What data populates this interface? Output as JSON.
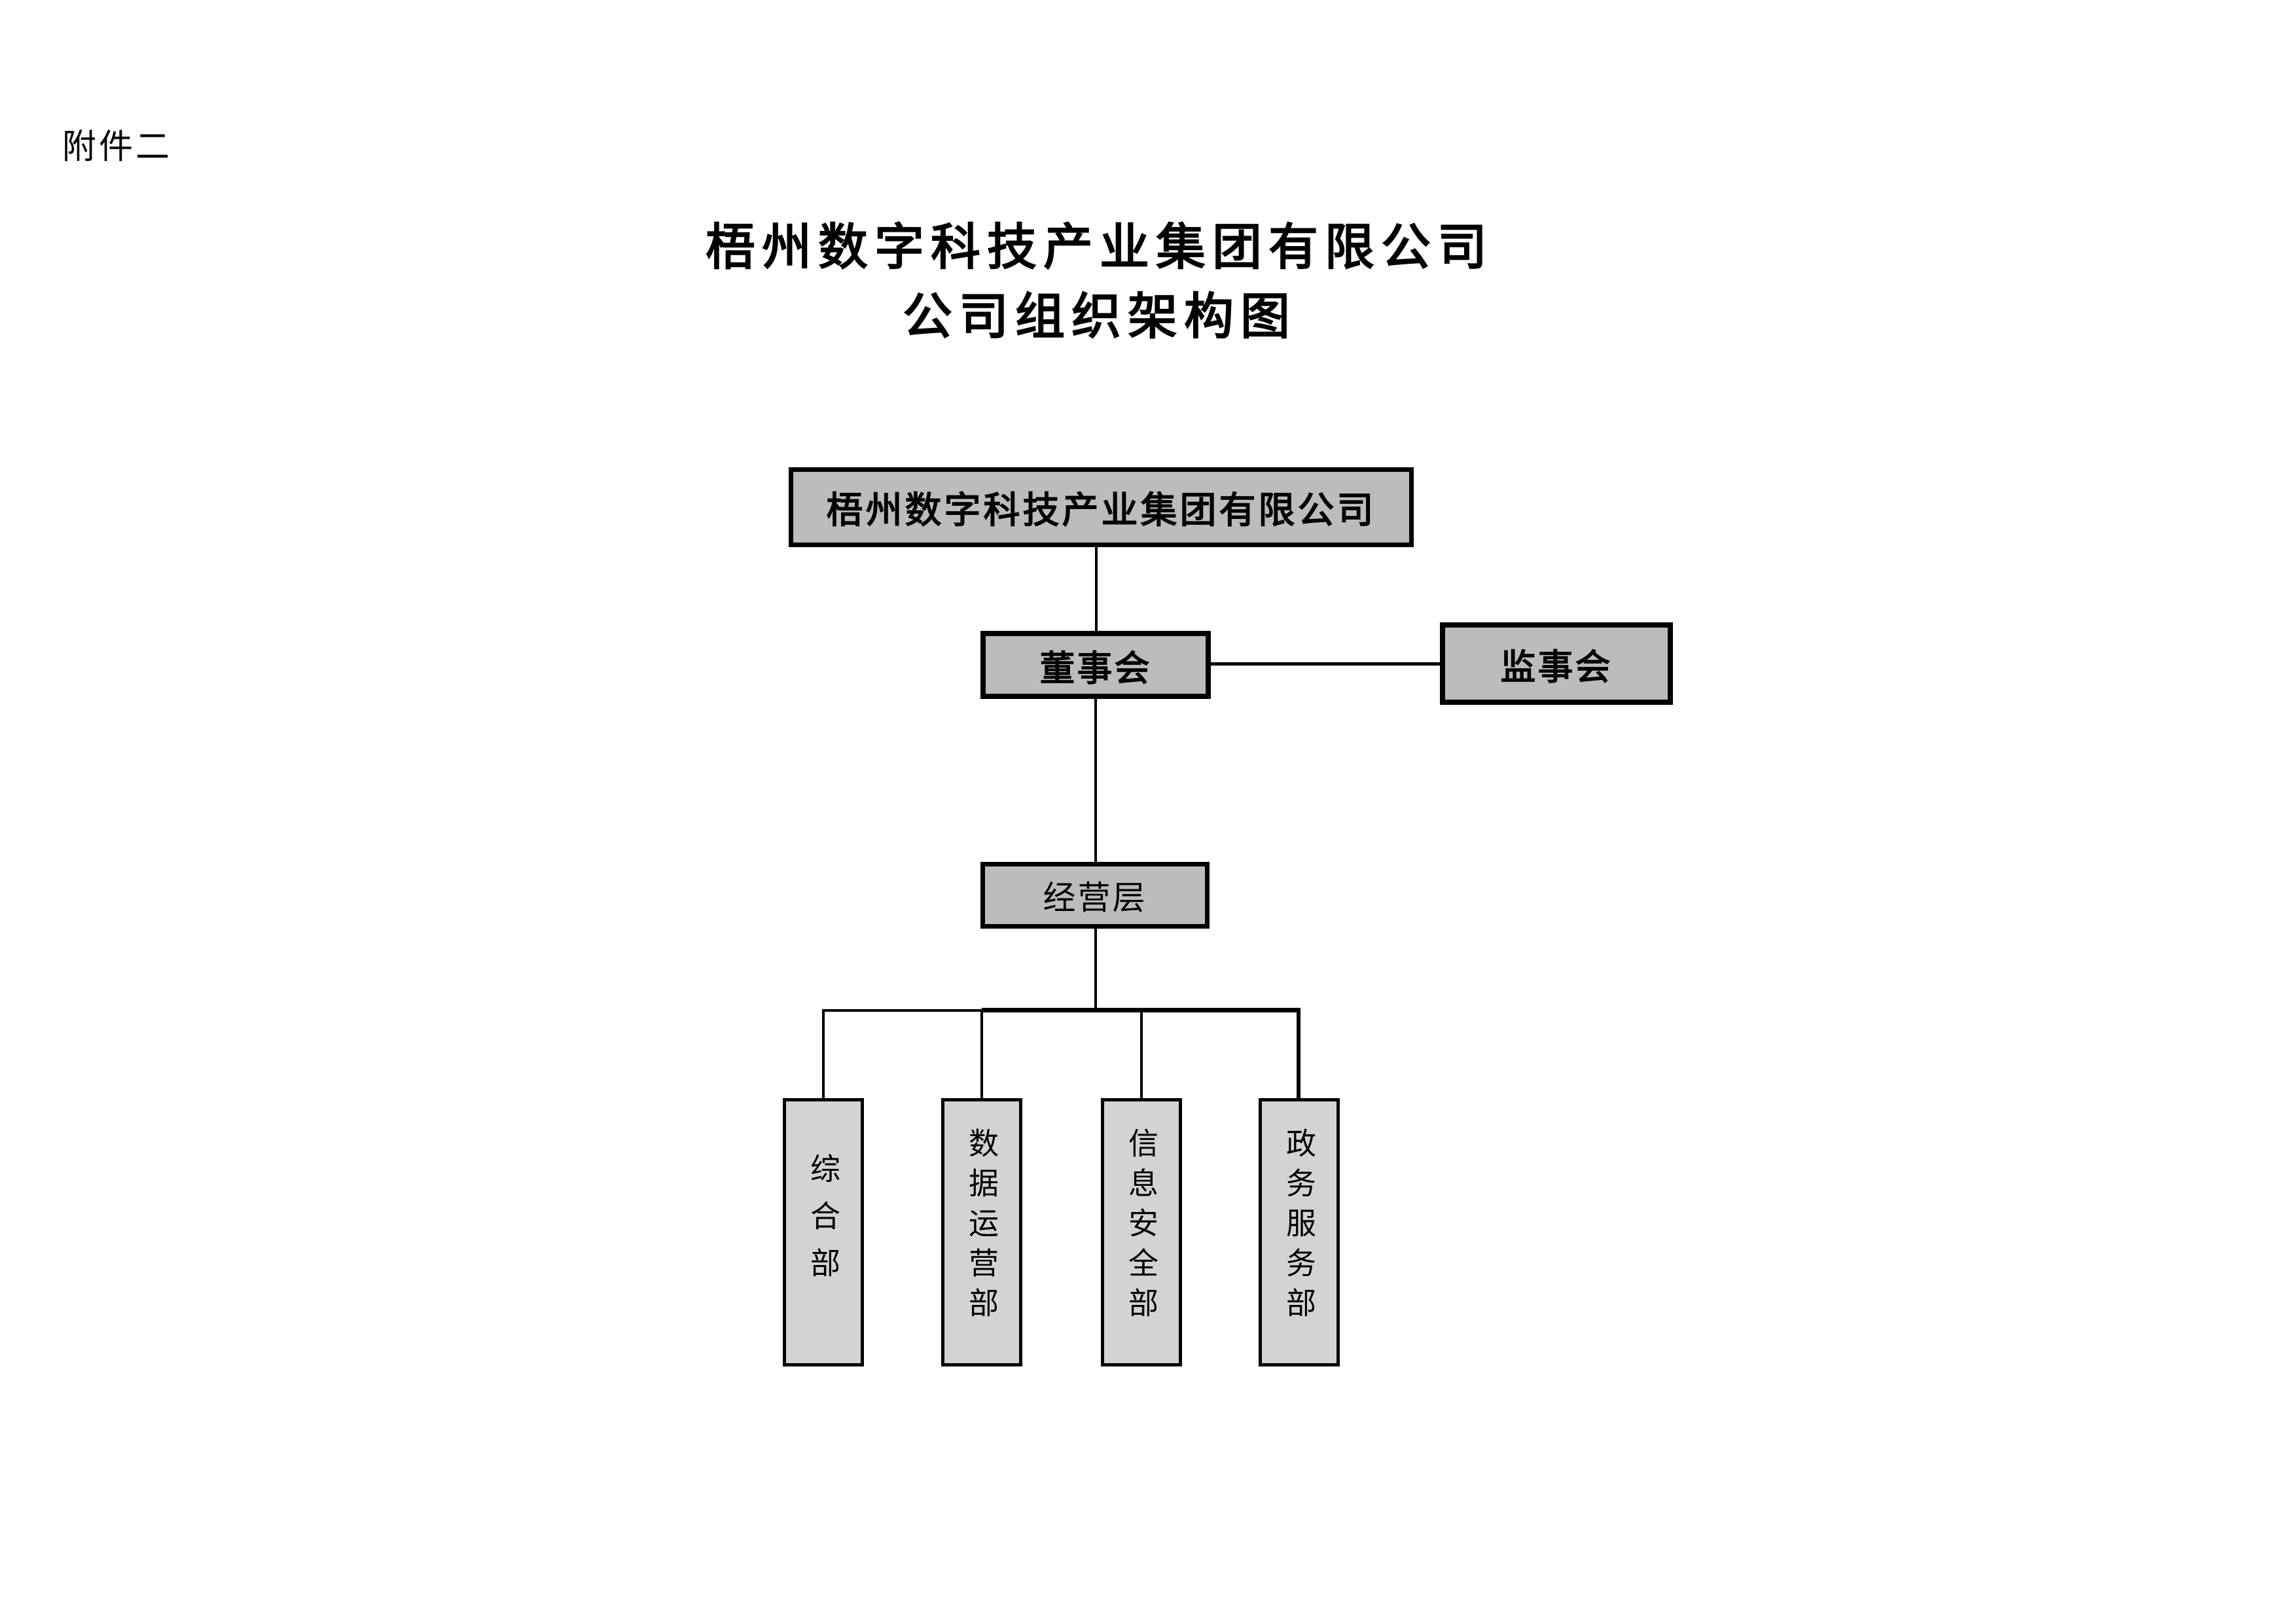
{
  "page": {
    "attachment_label": "附件二",
    "title_line1": "梧州数字科技产业集团有限公司",
    "title_line2": "公司组织架构图"
  },
  "org_chart": {
    "root": {
      "label": "梧州数字科技产业集团有限公司"
    },
    "board": {
      "label": "董事会"
    },
    "supervisory_board": {
      "label": "监事会"
    },
    "management": {
      "label": "经营层"
    },
    "departments": [
      {
        "label": "综合部"
      },
      {
        "label": "数据运营部"
      },
      {
        "label": "信息安全部"
      },
      {
        "label": "政务服务部"
      }
    ],
    "relations": [
      "root -> board",
      "board -- supervisory_board",
      "board -> management",
      "management -> departments"
    ]
  },
  "colors": {
    "upper_box_fill": "#bcbcbc",
    "department_box_fill": "#d3d3d3",
    "border_and_lines": "#000000",
    "page_background": "#ffffff"
  }
}
